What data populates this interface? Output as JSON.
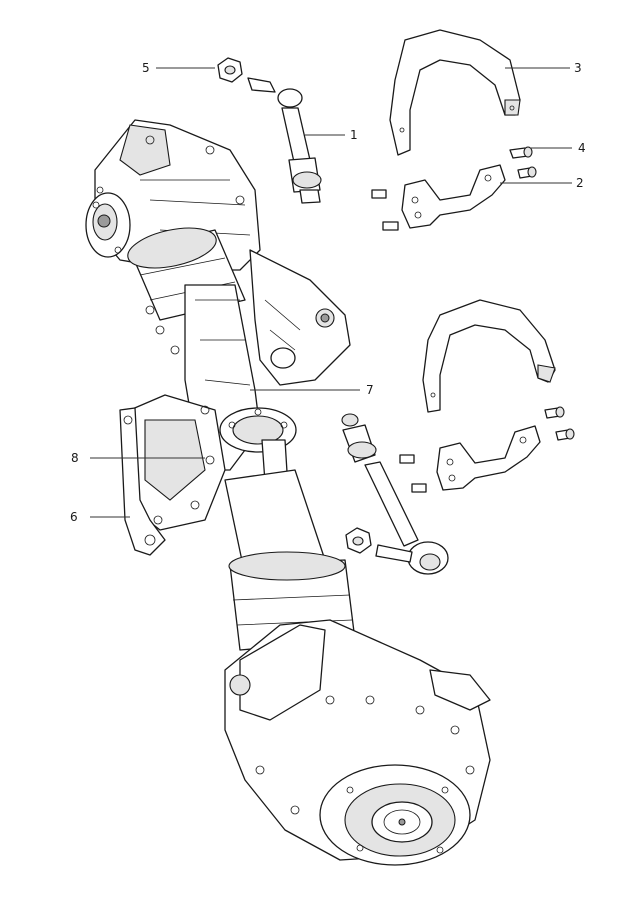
{
  "callouts": [
    {
      "id": "1",
      "label": "1"
    },
    {
      "id": "2",
      "label": "2"
    },
    {
      "id": "3",
      "label": "3"
    },
    {
      "id": "4",
      "label": "4"
    },
    {
      "id": "5",
      "label": "5"
    },
    {
      "id": "6",
      "label": "6"
    },
    {
      "id": "7",
      "label": "7"
    },
    {
      "id": "8",
      "label": "8"
    }
  ],
  "colors": {
    "line": "#1a1a1a",
    "fill": "#ffffff",
    "shade": "#e4e4e4"
  }
}
